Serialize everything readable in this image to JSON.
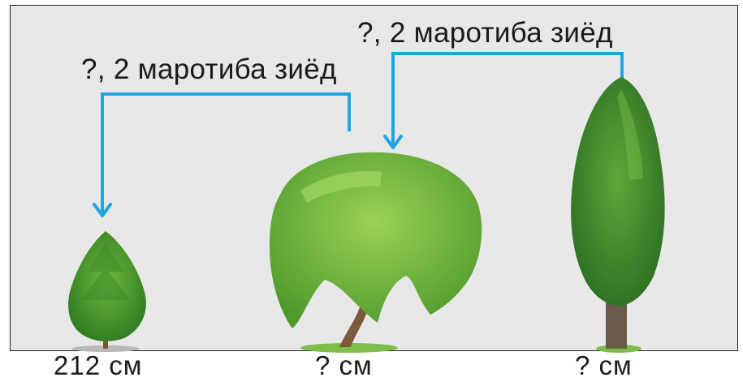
{
  "relations": [
    {
      "label": "?, 2 маротиба зиёд"
    },
    {
      "label": "?, 2 маротиба зиёд"
    }
  ],
  "trees": [
    {
      "height_label": "212 см",
      "icon": "small-conifer-tree-icon"
    },
    {
      "height_label": "? см",
      "icon": "weeping-willow-tree-icon"
    },
    {
      "height_label": "? см",
      "icon": "poplar-tree-icon"
    }
  ],
  "colors": {
    "background": "#e8e8e8",
    "arrow": "#1fa6e0",
    "foliage_dark": "#3f8a2a",
    "foliage_light": "#7cc243",
    "trunk": "#7a5a3a"
  }
}
